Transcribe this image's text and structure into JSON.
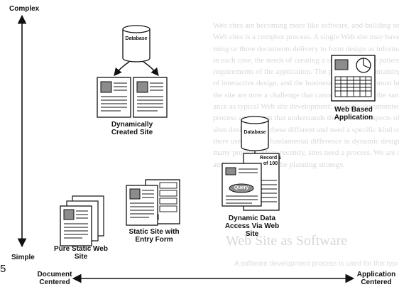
{
  "axes": {
    "y_top": "Complex",
    "y_bottom": "Simple",
    "x_left": "Document Centered",
    "x_right": "Application Centered"
  },
  "page_number": "5",
  "nodes": {
    "database_top": "Database",
    "dynamic_site": "Dynamically Created Site",
    "web_app": "Web Based Application",
    "database_mid": "Database",
    "record": "Record 1 of 100",
    "query": "Query",
    "dynamic_data": "Dynamic Data Access Via Web Site",
    "static_form": "Static Site with Entry Form",
    "pure_static": "Pure Static Web Site"
  },
  "background_text": {
    "lines": [
      "Web sites are becoming more like software, and building software — similar",
      "Web sites is a complex process. A single Web site may have to be to spec",
      "ming or three documents delivery to form design as information. The",
      "in each case, the needs of creating a site includes the patient-facing",
      "requirements of the application. The process for maintaining the site",
      "of interactive design, and the business requirements must be balanced",
      "the site are now a challenge that cannot be met with the same",
      "ance as typical Web site development: a clearly documented development",
      "process and a team that understands the technical aspects of a site. Web",
      "sites design make these different and need a specific kind of",
      "there used to be a fundamental difference in dynamic design",
      "many projects. More recently, sites need a process. We are about",
      "and process through the planning strategy."
    ],
    "heading": "Web Site as Software",
    "footer": "A software development process is used for this type of site"
  }
}
